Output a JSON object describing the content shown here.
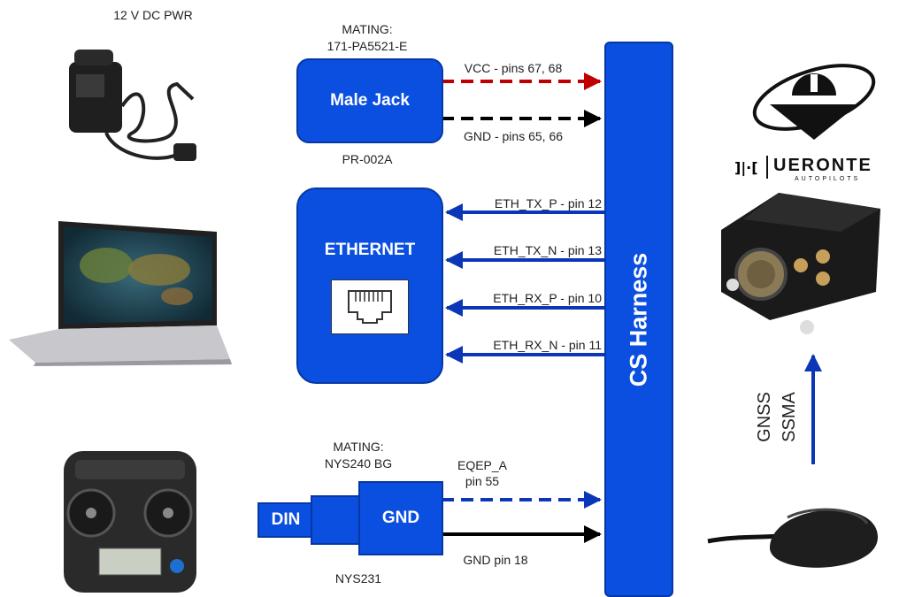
{
  "power": {
    "title": "12 V DC PWR",
    "mating_line1": "MATING:",
    "mating_line2": "171-PA5521-E",
    "jack_label": "Male Jack",
    "part": "PR-002A",
    "vcc_label": "VCC - pins 67, 68",
    "gnd_label": "GND - pins 65, 66",
    "vcc_color": "#c00000",
    "gnd_color": "#000000"
  },
  "ethernet": {
    "label": "ETHERNET",
    "signals": [
      "ETH_TX_P - pin 12",
      "ETH_TX_N - pin 13",
      "ETH_RX_P - pin 10",
      "ETH_RX_N - pin 11"
    ]
  },
  "rc": {
    "mating_line1": "MATING:",
    "mating_line2": "NYS240 BG",
    "din_label": "DIN",
    "gnd_box_label": "GND",
    "part": "NYS231",
    "eqep_line1": "EQEP_A",
    "eqep_line2": "pin 55",
    "gnd_label": "GND pin 18"
  },
  "harness": {
    "label": "CS Harness"
  },
  "gnss": {
    "line1": "GNSS",
    "line2": "SSMA"
  },
  "brand": {
    "name": "UERONTE",
    "tagline": "AUTOPILOTS",
    "logo_mark": "]|·["
  },
  "colors": {
    "accent_blue": "#0a4fe0",
    "arrow_blue": "#0b36b8",
    "border_blue": "#0737a3"
  }
}
